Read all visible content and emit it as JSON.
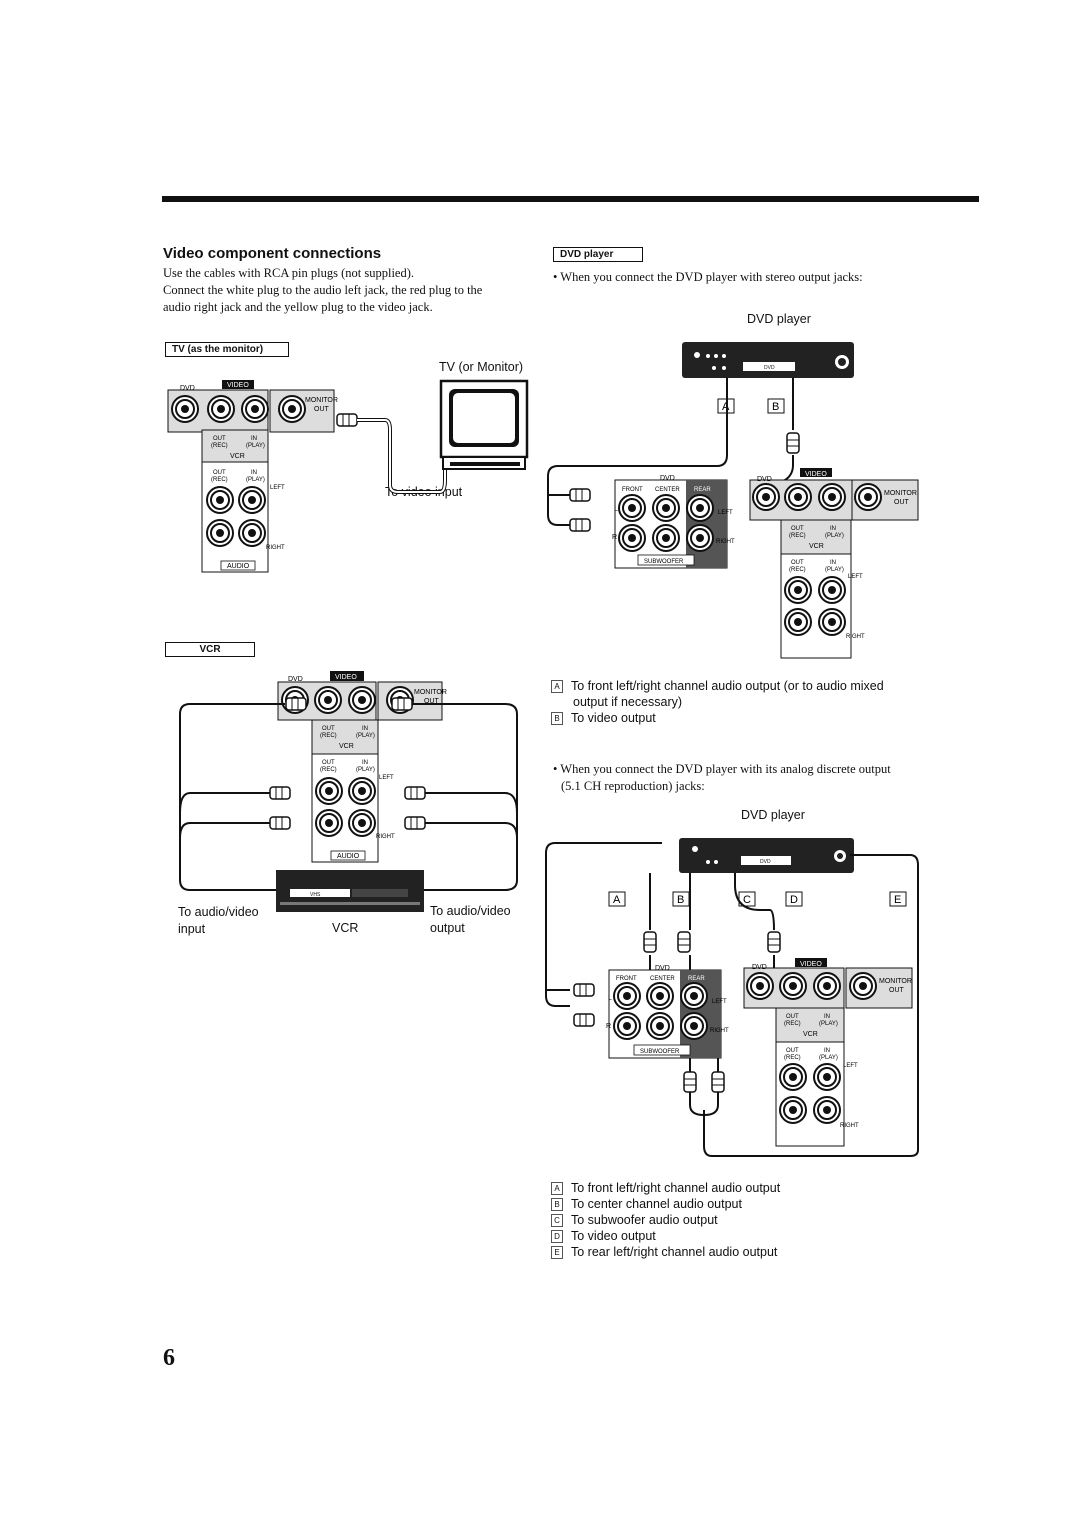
{
  "section": {
    "title": "Video component connections",
    "intro_1": "Use the cables with RCA pin plugs (not supplied).",
    "intro_2": "Connect the white plug to the audio left jack, the red plug to the audio right jack and the yellow plug to the video jack."
  },
  "tv_panel": {
    "tag": "TV (as the monitor)",
    "tv_label": "TV (or Monitor)",
    "to_video_input": "To video input"
  },
  "vcr_panel": {
    "tag": "VCR",
    "left_caption_1": "To audio/video",
    "left_caption_2": "input",
    "vcr_label": "VCR",
    "right_caption_1": "To audio/video",
    "right_caption_2": "output"
  },
  "dvd_panel": {
    "tag": "DVD player",
    "bullet_1": "When you connect the DVD player with stereo output jacks:",
    "dvd_label_1": "DVD player",
    "bullet_2_line1": "When you connect the DVD player with its analog discrete output",
    "bullet_2_line2": "(5.1 CH reproduction) jacks:",
    "dvd_label_2": "DVD player",
    "stereo_legend": [
      {
        "key": "A",
        "text": "To front left/right channel audio output (or to audio mixed"
      },
      {
        "key": "",
        "text": "output if necessary)"
      },
      {
        "key": "B",
        "text": "To video output"
      }
    ],
    "discrete_legend": [
      {
        "key": "A",
        "text": "To front left/right channel audio output"
      },
      {
        "key": "B",
        "text": "To center channel audio output"
      },
      {
        "key": "C",
        "text": "To subwoofer audio output"
      },
      {
        "key": "D",
        "text": "To video output"
      },
      {
        "key": "E",
        "text": "To rear left/right channel audio output"
      }
    ]
  },
  "panel_labels": {
    "dvd": "DVD",
    "video": "VIDEO",
    "monitor": "MONITOR",
    "out": "OUT",
    "in": "IN",
    "rec": "(REC)",
    "play": "(PLAY)",
    "vcr": "VCR",
    "left": "LEFT",
    "right": "RIGHT",
    "audio": "AUDIO",
    "front": "FRONT",
    "center": "CENTER",
    "rear": "REAR",
    "subwoofer": "SUBWOOFER",
    "l": "L",
    "r": "R",
    "vhs": "VHS"
  },
  "letters": {
    "a": "A",
    "b": "B",
    "c": "C",
    "d": "D",
    "e": "E"
  },
  "page_number": "6"
}
